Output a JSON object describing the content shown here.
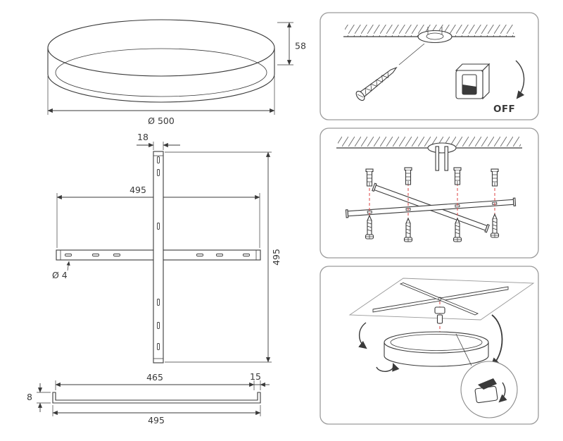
{
  "colors": {
    "background": "#ffffff",
    "line": "#3a3a3a",
    "panel_border": "#9b9b9b",
    "accent_red": "#e05252",
    "hatch": "#6f6f6f"
  },
  "lamp_drawing": {
    "height_mm": "58",
    "diameter_label": "Ø 500"
  },
  "bracket_plan": {
    "arm_width_mm": "18",
    "horizontal_span_mm": "495",
    "vertical_span_mm": "495",
    "hole_diameter_label": "Ø 4"
  },
  "bracket_profile": {
    "inner_length_mm": "465",
    "end_tab_mm": "15",
    "height_mm": "8",
    "total_length_mm": "495"
  },
  "install_steps": {
    "step1": {
      "switch_label": "OFF"
    }
  }
}
